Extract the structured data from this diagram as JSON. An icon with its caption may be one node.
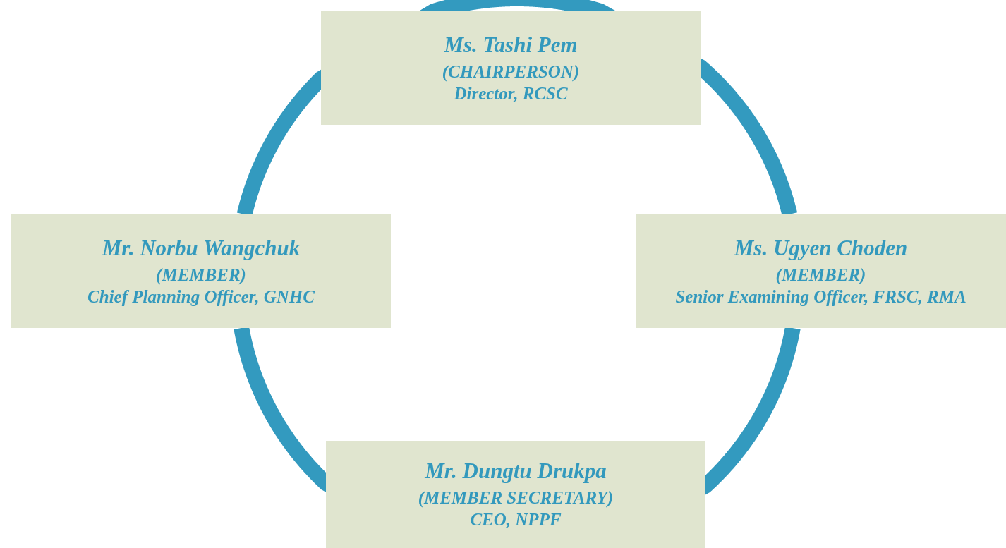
{
  "diagram": {
    "nodes": [
      {
        "text": [
          "Ms. Tashi Pem",
          "(CHAIRPERSON)",
          "Director, RCSC"
        ]
      },
      {
        "text": [
          "Mr. Norbu Wangchuk",
          "(MEMBER)",
          "Chief Planning Officer, GNHC"
        ]
      },
      {
        "text": [
          "Ms. Ugyen Choden",
          "(MEMBER)",
          "Senior Examining Officer, FRSC, RMA"
        ]
      },
      {
        "text": [
          "Mr. Dungtu Drukpa",
          "(MEMBER SECRETARY)",
          "CEO, NPPF"
        ]
      }
    ],
    "edges": [
      {
        "from": 1,
        "to": 0,
        "arrow": "none"
      },
      {
        "from": 0,
        "to": 2,
        "arrow": "none"
      },
      {
        "from": 2,
        "to": 3,
        "arrow": "none"
      },
      {
        "from": 3,
        "to": 1,
        "arrow": "none"
      }
    ]
  }
}
